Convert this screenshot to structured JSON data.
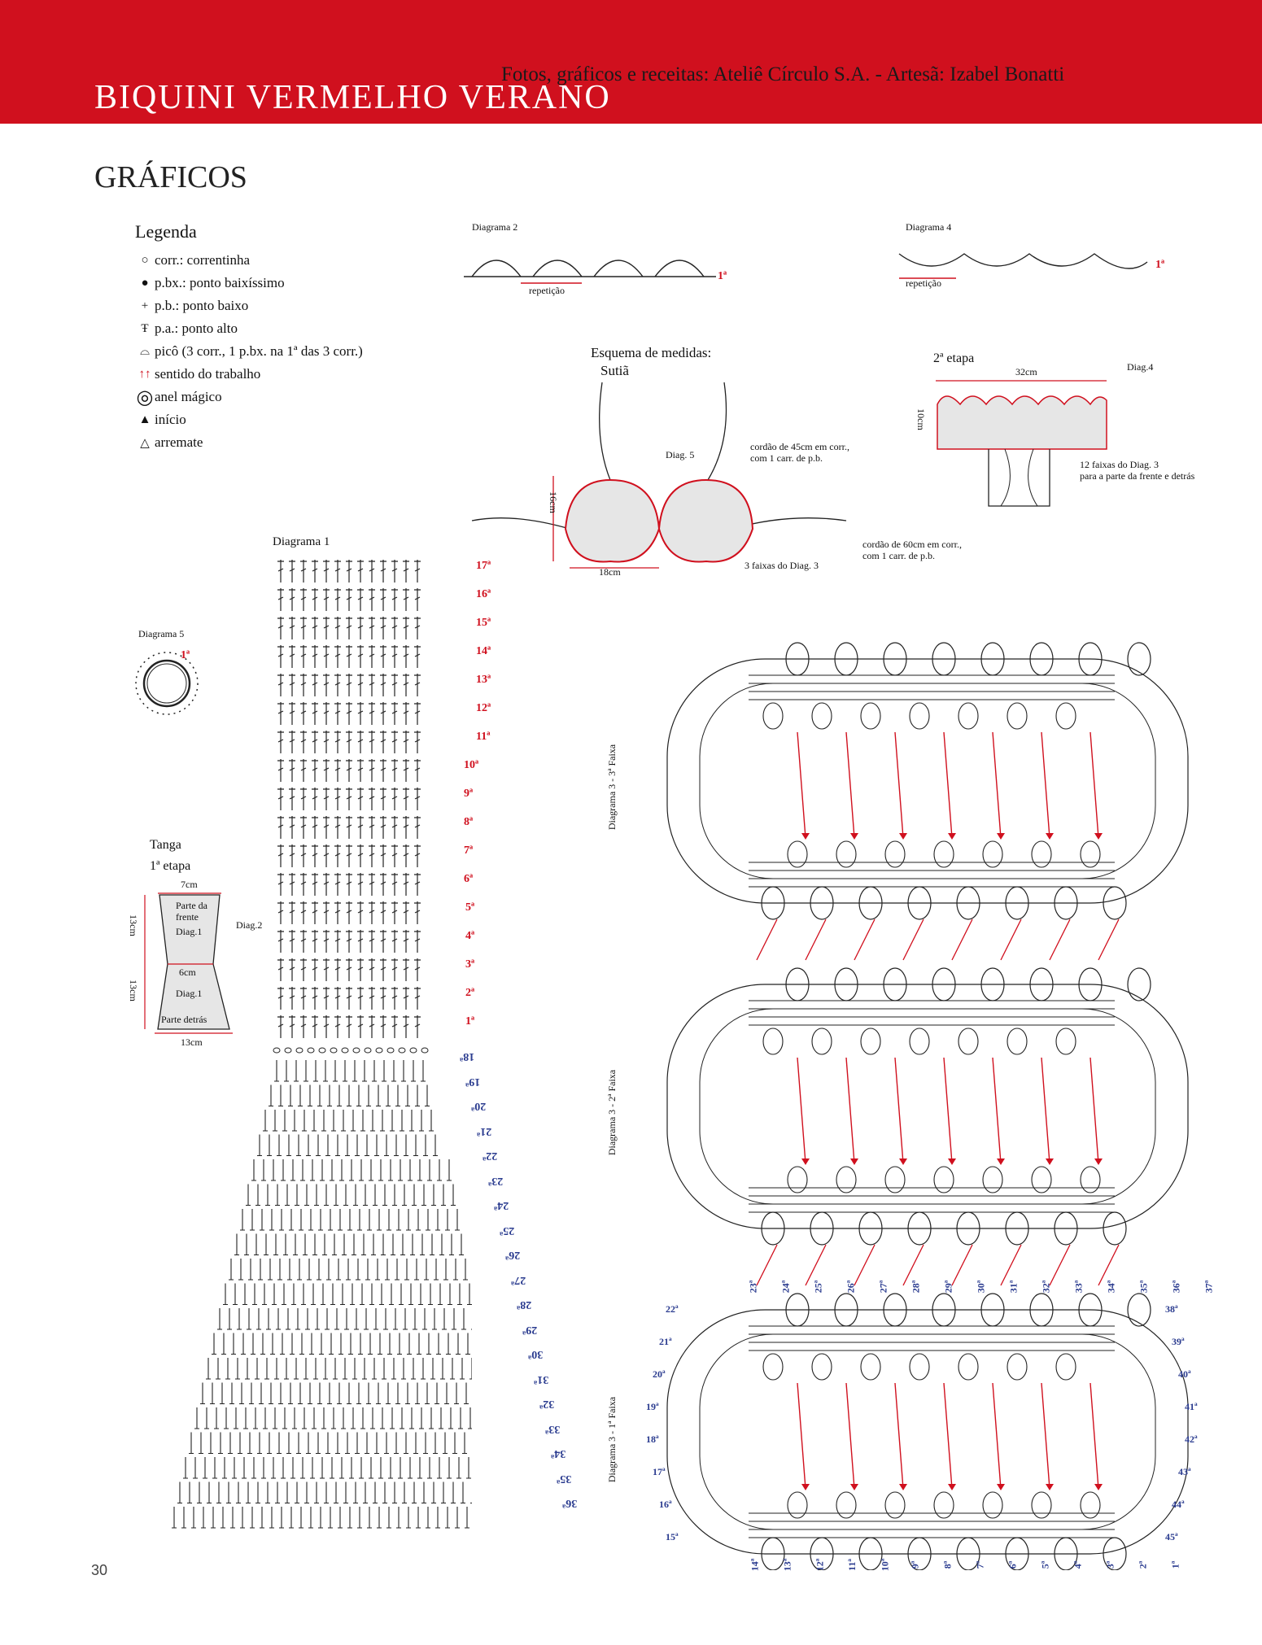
{
  "header": {
    "title": "BIQUINI VERMELHO VERANO",
    "credits": "Fotos, gráficos e receitas: Ateliê Círculo S.A.  -  Artesã: Izabel Bonatti"
  },
  "section_title": "GRÁFICOS",
  "legend": {
    "title": "Legenda",
    "items": [
      {
        "symbol": "○",
        "text": "corr.: correntinha"
      },
      {
        "symbol": "●",
        "text": "p.bx.: ponto baixíssimo"
      },
      {
        "symbol": "+",
        "text": "p.b.: ponto baixo"
      },
      {
        "symbol": "Ŧ",
        "text": "p.a.: ponto alto"
      },
      {
        "symbol": "⌓",
        "text": "picô (3 corr., 1 p.bx. na 1ª das 3 corr.)"
      },
      {
        "symbol": "↑↑",
        "text": "sentido do trabalho"
      },
      {
        "symbol": "◎",
        "text": "anel mágico"
      },
      {
        "symbol": "▲",
        "text": "início"
      },
      {
        "symbol": "△",
        "text": "arremate"
      }
    ]
  },
  "diagram2": {
    "title": "Diagrama 2",
    "repeat_label": "repetição",
    "start_label": "1ª"
  },
  "diagram4": {
    "title": "Diagrama 4",
    "repeat_label": "repetição",
    "start_label": "1ª"
  },
  "bra": {
    "title": "Esquema de medidas:",
    "subtitle": "Sutiã",
    "diag5_label": "Diag. 5",
    "cord_upper_line1": "cordão de 45cm em corr.,",
    "cord_upper_line2": "com 1 carr. de p.b.",
    "cord_lower_line1": "cordão de 60cm em corr.,",
    "cord_lower_line2": "com 1 carr. de p.b.",
    "height_label": "16cm",
    "width_label": "18cm",
    "strips_label": "3 faixas do Diag. 3"
  },
  "stage2": {
    "title": "2ª etapa",
    "width_label": "32cm",
    "height_label": "10cm",
    "diag_label": "Diag.4",
    "note_line1": "12 faixas do Diag. 3",
    "note_line2": "para a parte da frente e detrás"
  },
  "diagram5": {
    "title": "Diagrama 5",
    "start_label": "1ª"
  },
  "diagram1": {
    "title": "Diagrama 1",
    "rows_top": [
      "17ª",
      "16ª",
      "15ª",
      "14ª",
      "13ª",
      "12ª",
      "11ª",
      "10ª",
      "9ª",
      "8ª",
      "7ª",
      "6ª",
      "5ª",
      "4ª",
      "3ª",
      "2ª",
      "1ª"
    ],
    "rows_bottom": [
      "18ª",
      "19ª",
      "20ª",
      "21ª",
      "22ª",
      "23ª",
      "24ª",
      "25ª",
      "26ª",
      "27ª",
      "28ª",
      "29ª",
      "30ª",
      "31ª",
      "32ª",
      "33ª",
      "34ª",
      "35ª",
      "36ª"
    ]
  },
  "tanga": {
    "title": "Tanga",
    "stage": "1ª etapa",
    "top_width": "7cm",
    "front_line1": "Parte da",
    "front_line2": "frente",
    "front_diag": "Diag.1",
    "diag2_label": "Diag.2",
    "height_top": "13cm",
    "mid_width": "6cm",
    "back_diag": "Diag.1",
    "back_label": "Parte detrás",
    "height_bottom": "13cm",
    "bottom_width": "13cm"
  },
  "diagram3": {
    "strips": [
      {
        "label": "Diagrama 3 - 3ª Faixa"
      },
      {
        "label": "Diagrama 3 - 2ª Faixa"
      },
      {
        "label": "Diagrama 3 - 1ª Faixa"
      }
    ],
    "numbers_top": [
      "23ª",
      "24ª",
      "25ª",
      "26ª",
      "27ª",
      "28ª",
      "29ª",
      "30ª",
      "31ª",
      "32ª",
      "33ª",
      "34ª",
      "35ª",
      "36ª",
      "37ª"
    ],
    "numbers_bottom": [
      "14ª",
      "13ª",
      "12ª",
      "11ª",
      "10ª",
      "9ª",
      "8ª",
      "7ª",
      "6ª",
      "5ª",
      "4ª",
      "3ª",
      "2ª",
      "1ª"
    ],
    "numbers_left": [
      "22ª",
      "21ª",
      "20ª",
      "19ª",
      "18ª",
      "17ª",
      "16ª",
      "15ª"
    ],
    "numbers_right": [
      "38ª",
      "39ª",
      "40ª",
      "41ª",
      "42ª",
      "43ª",
      "44ª",
      "45ª"
    ]
  },
  "page_number": "30"
}
